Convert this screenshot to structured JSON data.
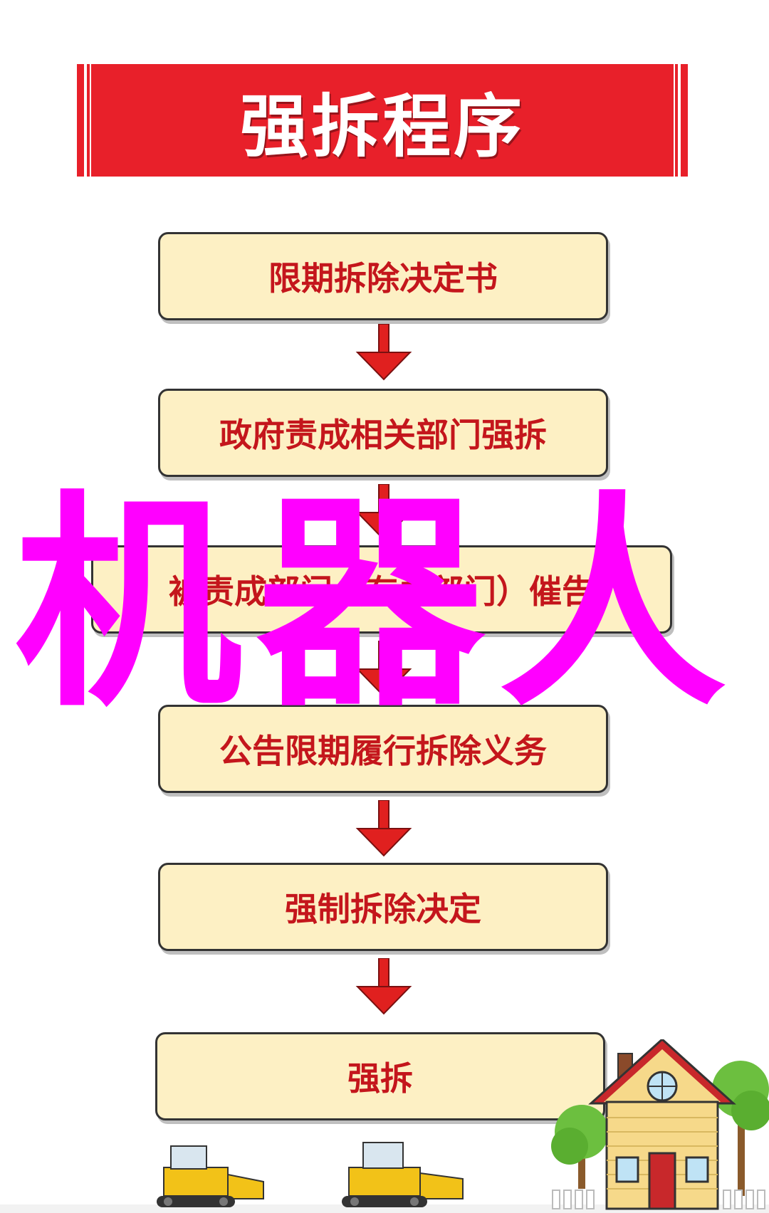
{
  "title": "强拆程序",
  "steps": [
    "限期拆除决定书",
    "政府责成相关部门强拆",
    "被责成部门（有关部门）催告",
    "公告限期履行拆除义务",
    "强制拆除决定",
    "强拆"
  ],
  "watermark": "机器人",
  "colors": {
    "banner": "#e8202a",
    "box_fill": "#fdf0c4",
    "step_text": "#c4161c",
    "arrow": "#e0201f",
    "watermark": "#ff00ff"
  },
  "icons": [
    "down-arrow-icon",
    "house-icon",
    "tree-icon",
    "bulldozer-icon"
  ]
}
